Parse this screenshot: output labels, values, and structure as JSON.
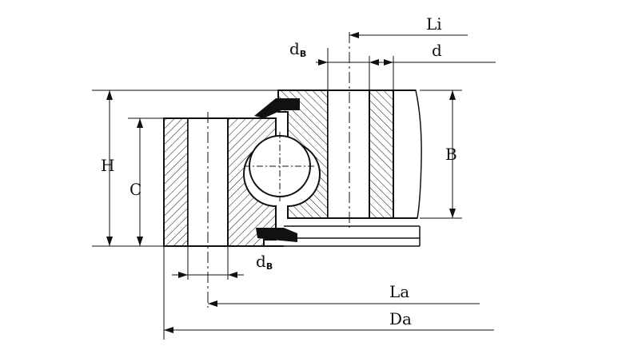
{
  "labels": {
    "li": "Li",
    "d": "d",
    "db_top_main": "d",
    "db_top_sub": "B",
    "db_bottom_main": "d",
    "db_bottom_sub": "B",
    "h": "H",
    "c": "C",
    "b": "B",
    "la": "La",
    "da": "Da"
  },
  "colors": {
    "ink": "#111111",
    "background": "#ffffff"
  }
}
